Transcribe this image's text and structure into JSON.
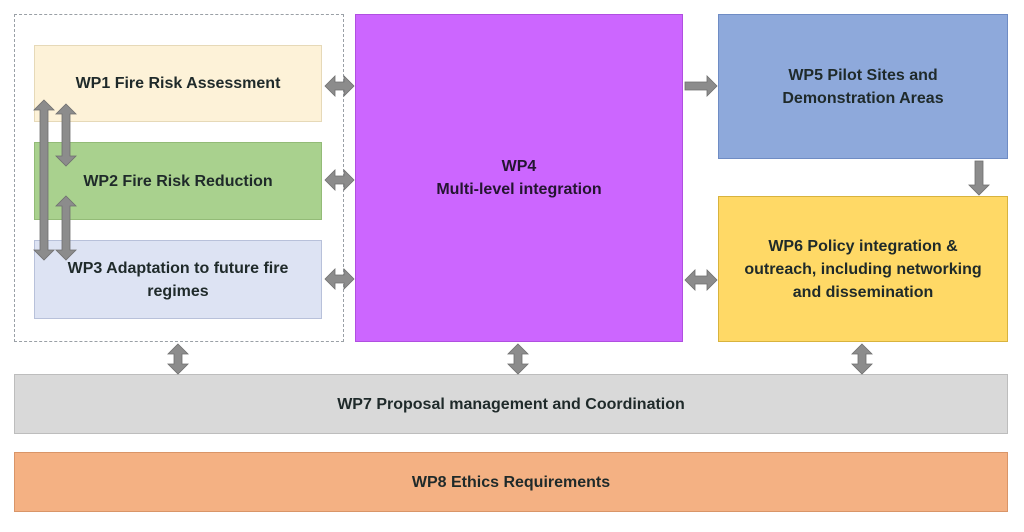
{
  "boxes": {
    "wp1": {
      "label": "WP1 Fire Risk Assessment",
      "color": "#fdf2d8"
    },
    "wp2": {
      "label": "WP2 Fire Risk Reduction",
      "color": "#a9d18e"
    },
    "wp3": {
      "label": "WP3 Adaptation to future fire\nregimes",
      "color": "#dde3f3"
    },
    "wp4": {
      "label": "WP4\nMulti-level integration",
      "color": "#cc66ff"
    },
    "wp5": {
      "label": "WP5 Pilot Sites and\nDemonstration Areas",
      "color": "#8ea9db"
    },
    "wp6": {
      "label": "WP6 Policy integration &\noutreach, including networking\nand dissemination",
      "color": "#ffd966"
    },
    "wp7": {
      "label": "WP7 Proposal management and Coordination",
      "color": "#d9d9d9"
    },
    "wp8": {
      "label": "WP8 Ethics Requirements",
      "color": "#f4b183"
    }
  },
  "arrow_color": "#8c8c8c"
}
